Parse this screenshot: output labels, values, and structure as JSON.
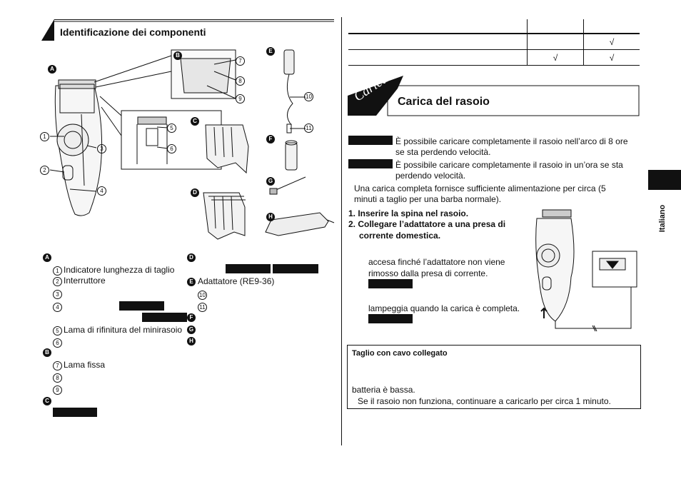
{
  "left": {
    "section_title": "Identificazione dei componenti",
    "markers": {
      "A": "A",
      "B": "B",
      "C": "C",
      "D": "D",
      "E": "E",
      "F": "F",
      "G": "G",
      "H": "H"
    },
    "nums": {
      "n1": "1",
      "n2": "2",
      "n3": "3",
      "n4": "4",
      "n5": "5",
      "n6": "6",
      "n7": "7",
      "n8": "8",
      "n9": "9",
      "n10": "10",
      "n11": "11"
    },
    "list_a": {
      "item1": "Indicatore lunghezza di taglio",
      "item2": "Interruttore",
      "item5": "Lama di rifinitura del minirasoio"
    },
    "list_b": {
      "item7": "Lama fissa"
    },
    "list_e": {
      "title": "Adattatore (RE9-36)"
    }
  },
  "table": {
    "rows": [
      [
        "",
        "",
        ""
      ],
      [
        "",
        "",
        "√"
      ],
      [
        "",
        "√",
        "√"
      ]
    ]
  },
  "right": {
    "badge": "Carica",
    "title": "Carica del rasoio",
    "para1": "È possibile caricare completamente il rasoio nell’arco di 8 ore se sta perdendo velocità.",
    "para2": "È possibile caricare completamente il rasoio in un’ora se sta perdendo velocità.",
    "para3": "Una carica completa fornisce sufficiente alimentazione per circa (5 minuti a taglio per una barba normale).",
    "step1": "1. Inserire la spina nel rasoio.",
    "step2a": "2. Collegare l’adattatore a una presa di",
    "step2b": "corrente domestica.",
    "note1a": "accesa finché l’adattatore non viene",
    "note1b": "rimosso dalla presa di corrente.",
    "note2": "lampeggia quando la carica è completa.",
    "box_title": "Taglio con cavo collegato",
    "box_line1": "batteria è bassa.",
    "box_line2": "Se il rasoio non funziona, continuare a caricarlo per circa 1 minuto."
  },
  "side_tab": "Italiano"
}
